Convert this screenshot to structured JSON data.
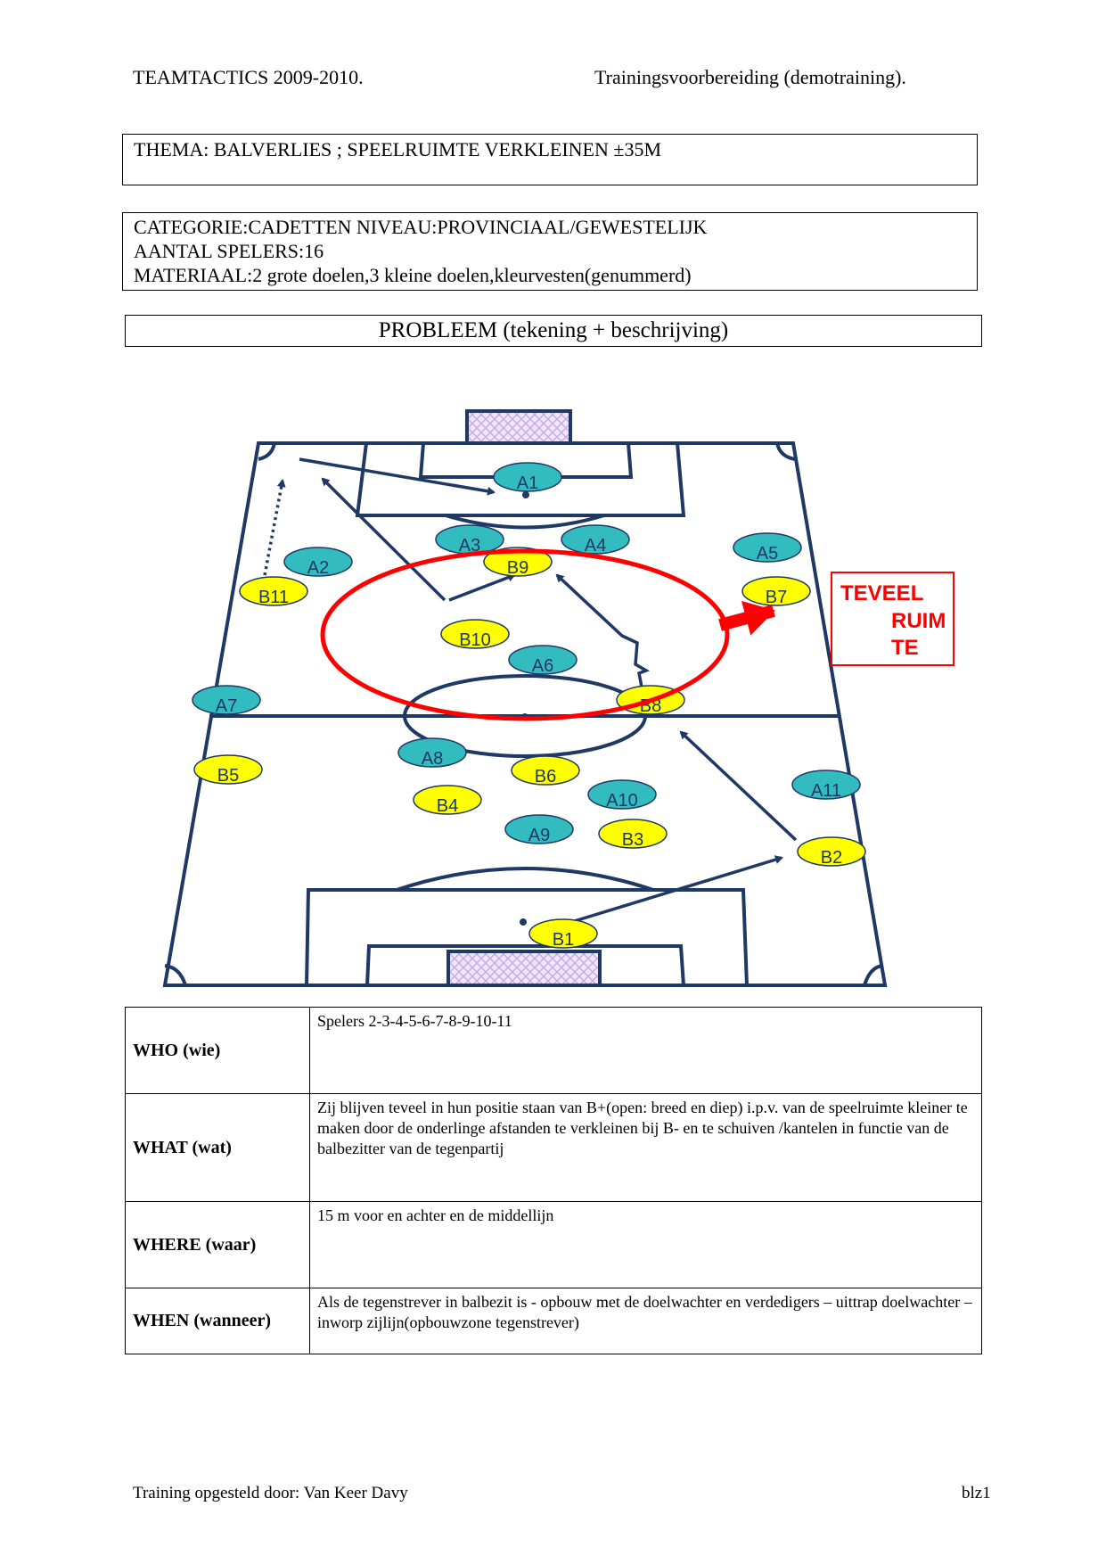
{
  "header": {
    "left": "TEAMTACTICS 2009-2010.",
    "right": "Trainingsvoorbereiding (demotraining)."
  },
  "theme": "THEMA: BALVERLIES ; SPEELRUIMTE VERKLEINEN ±35M",
  "category_box": {
    "line1": "CATEGORIE:CADETTEN NIVEAU:PROVINCIAAL/GEWESTELIJK",
    "line2": "AANTAL SPELERS:16",
    "line3": "MATERIAAL:2 grote doelen,3 kleine doelen,kleurvesten(genummerd)"
  },
  "problem_title": "PROBLEEM (tekening + beschrijving)",
  "diagram": {
    "callout": {
      "line1": "TEVEEL",
      "line2": "RUIM",
      "line3": "TE"
    },
    "colors": {
      "team_a": "#33bcc0",
      "team_b": "#ffff00",
      "lines": "#1f3864",
      "highlight": "#ff0000"
    },
    "players": {
      "A1": "A1",
      "A2": "A2",
      "A3": "A3",
      "A4": "A4",
      "A5": "A5",
      "A6": "A6",
      "A7": "A7",
      "A8": "A8",
      "A9": "A9",
      "A10": "A10",
      "A11": "A11",
      "B1": "B1",
      "B2": "B2",
      "B3": "B3",
      "B4": "B4",
      "B5": "B5",
      "B6": "B6",
      "B7": "B7",
      "B8": "B8",
      "B9": "B9",
      "B10": "B10",
      "B11": "B11"
    }
  },
  "table": {
    "rows": [
      {
        "label": "WHO (wie)",
        "value": "Spelers 2-3-4-5-6-7-8-9-10-11"
      },
      {
        "label": "WHAT (wat)",
        "value": "Zij blijven teveel in hun positie staan van B+(open: breed en diep) i.p.v. van de speelruimte kleiner te maken door de onderlinge afstanden te verkleinen bij B- en te schuiven /kantelen in functie van de balbezitter van de tegenpartij"
      },
      {
        "label": "WHERE (waar)",
        "value": "15 m voor en achter en de middellijn"
      },
      {
        "label": "WHEN (wanneer)",
        "value": "Als de tegenstrever in balbezit is - opbouw met de doelwachter en verdedigers – uittrap doelwachter – inworp zijlijn(opbouwzone tegenstrever)"
      }
    ]
  },
  "footer": {
    "left": "Training opgesteld door: Van Keer Davy",
    "right": "blz1"
  }
}
